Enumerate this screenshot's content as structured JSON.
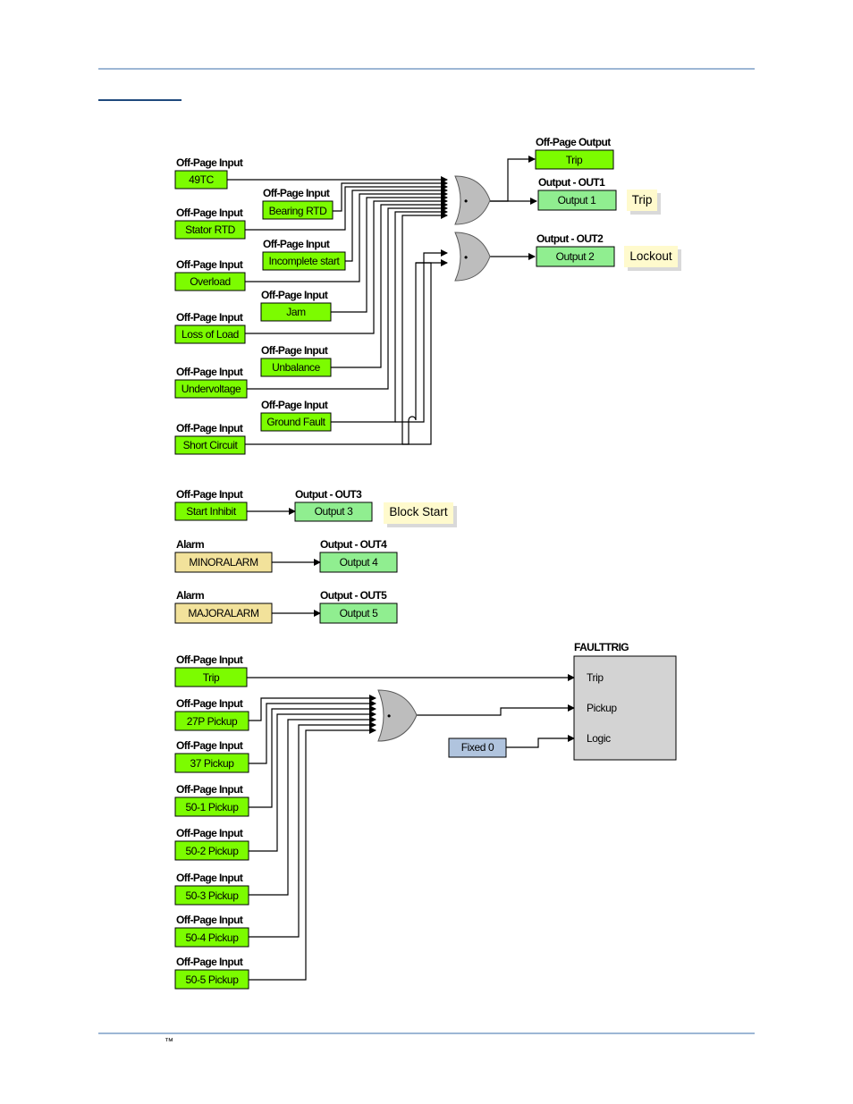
{
  "page": {
    "trademark": "™",
    "colors": {
      "input_fill": "#7cfc00",
      "output_fill": "#90ee90",
      "alarm_fill": "#f2e29b",
      "fixed_fill": "#b0c4de",
      "note_fill": "#fffacd",
      "rule": "#9db7d5"
    }
  },
  "diagram": {
    "top_inputs": [
      {
        "header": "Off-Page Input",
        "label": "49TC"
      },
      {
        "header": "Off-Page Input",
        "label": "Stator RTD"
      },
      {
        "header": "Off-Page Input",
        "label": "Overload"
      },
      {
        "header": "Off-Page Input",
        "label": "Loss of Load"
      },
      {
        "header": "Off-Page Input",
        "label": "Undervoltage"
      },
      {
        "header": "Off-Page Input",
        "label": "Short Circuit"
      }
    ],
    "mid_inputs": [
      {
        "header": "Off-Page Input",
        "label": "Bearing RTD"
      },
      {
        "header": "Off-Page Input",
        "label": "Incomplete start"
      },
      {
        "header": "Off-Page Input",
        "label": "Jam"
      },
      {
        "header": "Off-Page Input",
        "label": "Unbalance"
      },
      {
        "header": "Off-Page Input",
        "label": "Ground Fault"
      }
    ],
    "off_page_output": {
      "header": "Off-Page Output",
      "label": "Trip"
    },
    "out1": {
      "header": "Output - OUT1",
      "label": "Output 1",
      "note": "Trip"
    },
    "out2": {
      "header": "Output - OUT2",
      "label": "Output 2",
      "note": "Lockout"
    },
    "start_inhibit": {
      "header": "Off-Page Input",
      "label": "Start Inhibit"
    },
    "out3": {
      "header": "Output - OUT3",
      "label": "Output 3",
      "note": "Block Start"
    },
    "minor_alarm": {
      "header": "Alarm",
      "label": "MINORALARM"
    },
    "out4": {
      "header": "Output - OUT4",
      "label": "Output 4"
    },
    "major_alarm": {
      "header": "Alarm",
      "label": "MAJORALARM"
    },
    "out5": {
      "header": "Output - OUT5",
      "label": "Output 5"
    },
    "bottom_inputs": [
      {
        "header": "Off-Page Input",
        "label": "Trip"
      },
      {
        "header": "Off-Page Input",
        "label": "27P Pickup"
      },
      {
        "header": "Off-Page Input",
        "label": "37 Pickup"
      },
      {
        "header": "Off-Page Input",
        "label": "50-1 Pickup"
      },
      {
        "header": "Off-Page Input",
        "label": "50-2 Pickup"
      },
      {
        "header": "Off-Page Input",
        "label": "50-3 Pickup"
      },
      {
        "header": "Off-Page Input",
        "label": "50-4 Pickup"
      },
      {
        "header": "Off-Page Input",
        "label": "50-5 Pickup"
      }
    ],
    "fixed": {
      "label": "Fixed 0"
    },
    "faulttrig": {
      "title": "FAULTTRIG",
      "ports": [
        "Trip",
        "Pickup",
        "Logic"
      ]
    },
    "gate_symbol": "•"
  }
}
